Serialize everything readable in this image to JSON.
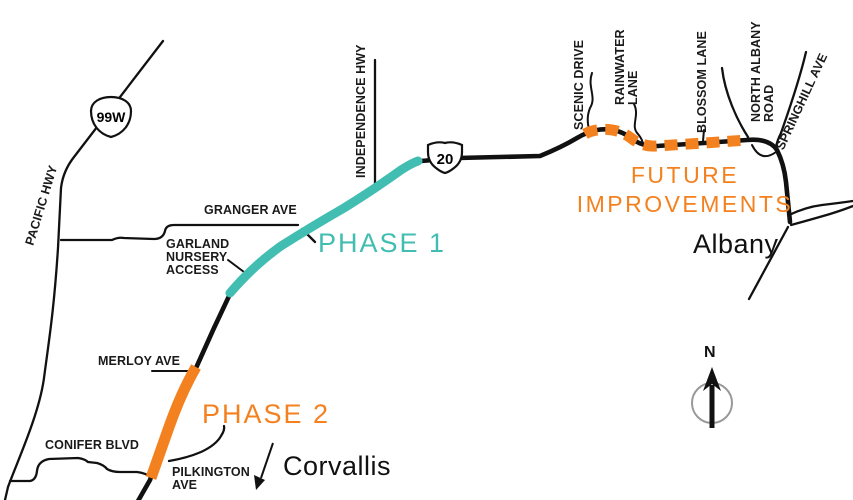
{
  "map": {
    "description": "US 20 corridor improvement phases map between Corvallis and Albany"
  },
  "colors": {
    "phase1_teal": "#42BDB2",
    "phase2_orange": "#F48120",
    "future_orange": "#F48120",
    "road_black": "#111111",
    "compass_ring": "#999999"
  },
  "highway_shields": {
    "us20": "20",
    "or99w": "99W"
  },
  "cities": {
    "albany": "Albany",
    "corvallis": "Corvallis"
  },
  "phases": {
    "phase1_label": "PHASE 1",
    "phase2_label": "PHASE 2",
    "future_line1": "FUTURE",
    "future_line2": "IMPROVEMENTS"
  },
  "road_labels": {
    "pacific_hwy": "PACIFIC HWY",
    "independence_hwy": "INDEPENDENCE HWY",
    "granger_ave": "GRANGER AVE",
    "garland_line1": "GARLAND",
    "garland_line2": "NURSERY",
    "garland_line3": "ACCESS",
    "merloy_ave": "MERLOY AVE",
    "conifer_blvd": "CONIFER BLVD",
    "pilkington_line1": "PILKINGTON",
    "pilkington_line2": "AVE",
    "scenic_drive": "SCENIC DRIVE",
    "rainwater_line1": "RAINWATER",
    "rainwater_line2": "LANE",
    "blossom_lane": "BLOSSOM LANE",
    "north_albany_line1": "NORTH ALBANY",
    "north_albany_line2": "ROAD",
    "springhill_ave": "SPRINGHILL AVE"
  },
  "compass": {
    "north_label": "N"
  }
}
